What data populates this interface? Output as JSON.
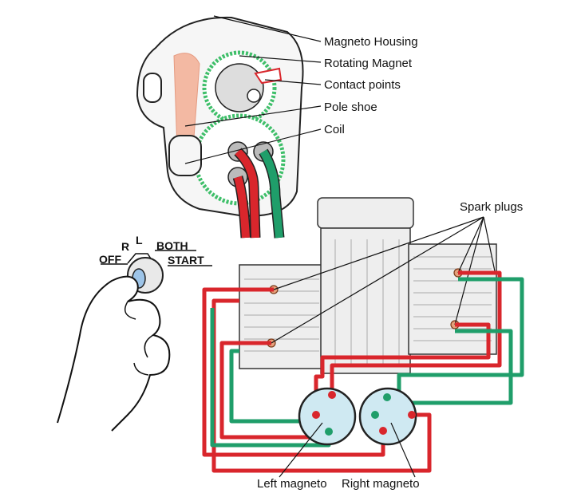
{
  "labels": {
    "magneto_housing": "Magneto Housing",
    "rotating_magnet": "Rotating Magnet",
    "contact_points": "Contact points",
    "pole_shoe": "Pole shoe",
    "coil": "Coil",
    "spark_plugs": "Spark plugs",
    "left_magneto": "Left magneto",
    "right_magneto": "Right magneto"
  },
  "ignition_switch": {
    "off": "OFF",
    "r": "R",
    "l": "L",
    "both": "BOTH",
    "start": "START"
  },
  "colors": {
    "red_wire": "#d9262c",
    "green_wire": "#1f9e6a",
    "magneto_fill": "#cfe9f2",
    "engine_fill": "#eeeeee",
    "outline": "#222222"
  }
}
